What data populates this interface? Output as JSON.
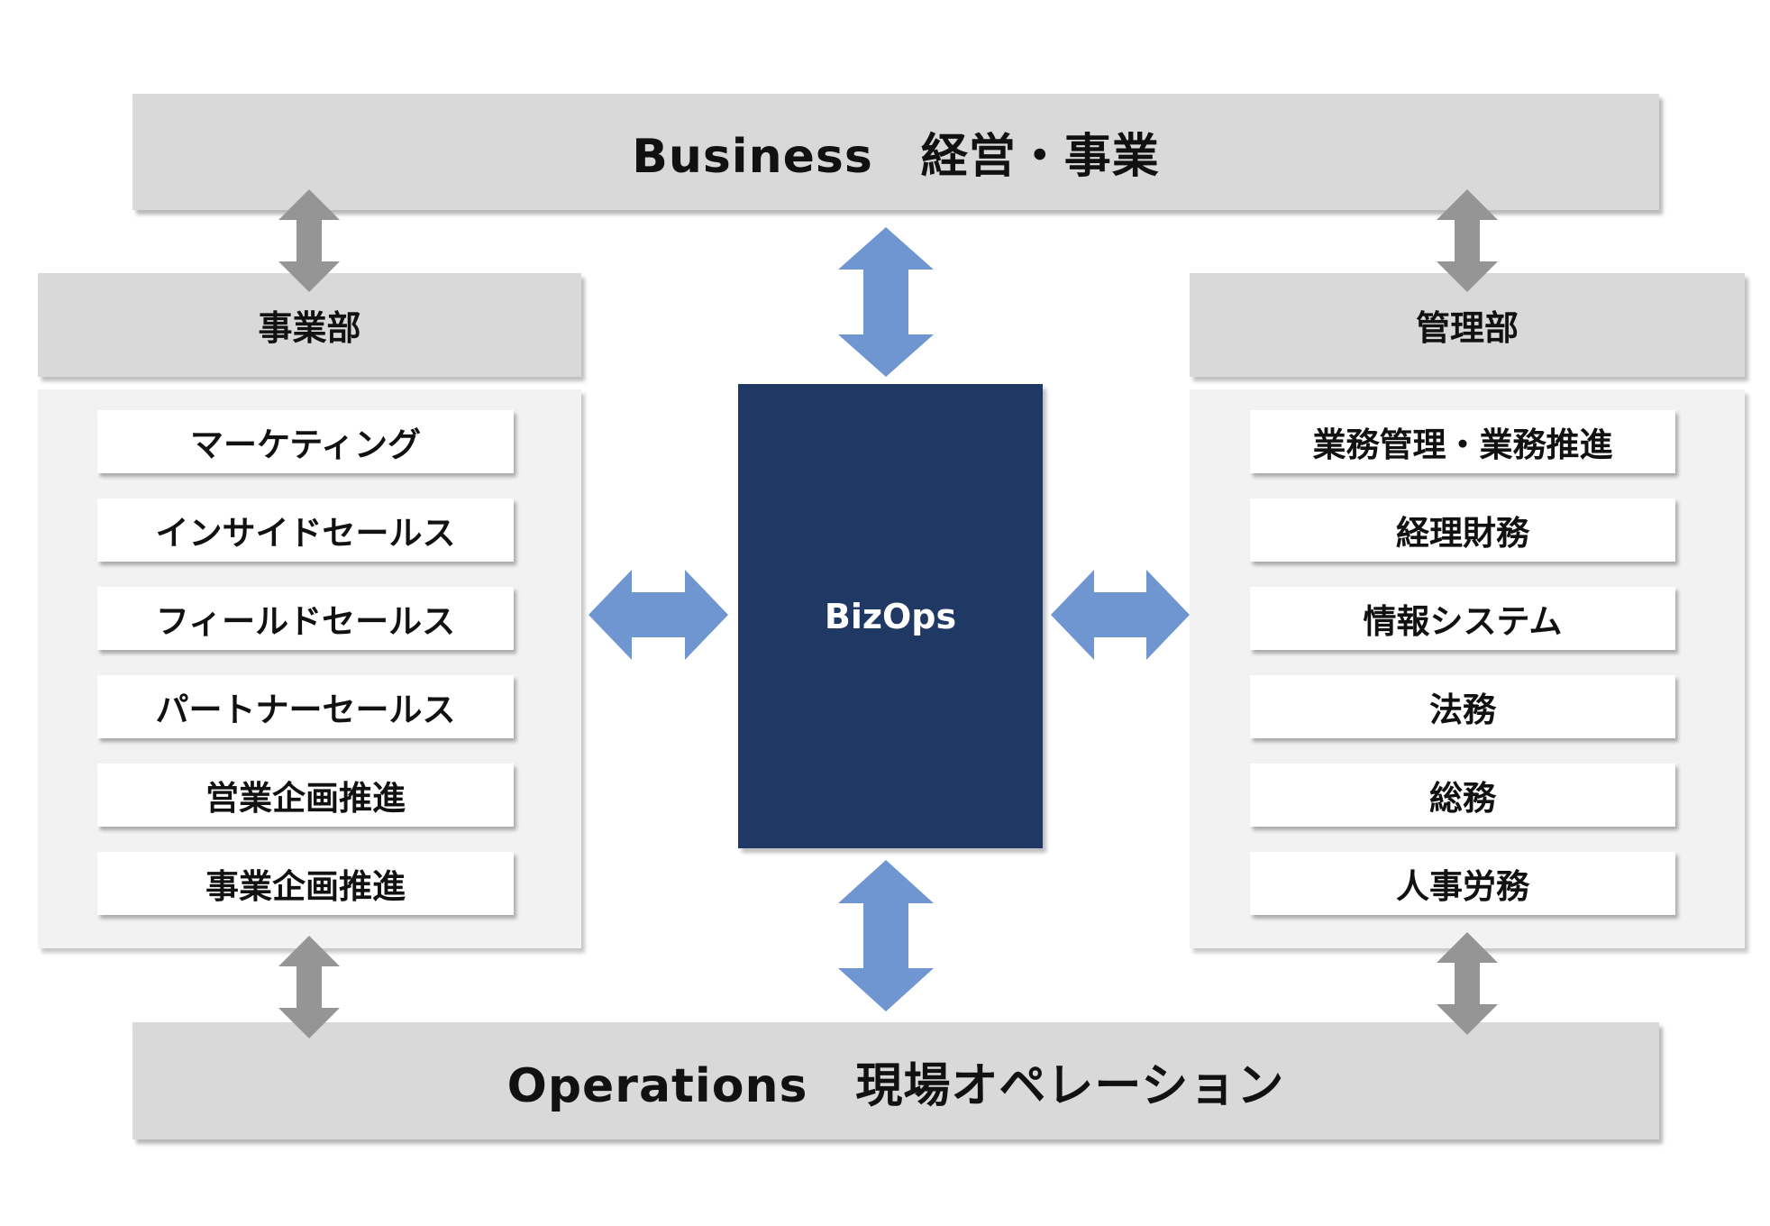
{
  "top_band": {
    "label": "Business　経営・事業"
  },
  "bottom_band": {
    "label": "Operations　現場オペレーション"
  },
  "center": {
    "label": "BizOps"
  },
  "left_dept": {
    "title": "事業部",
    "items": [
      "マーケティング",
      "インサイドセールス",
      "フィールドセールス",
      "パートナーセールス",
      "営業企画推進",
      "事業企画推進"
    ]
  },
  "right_dept": {
    "title": "管理部",
    "items": [
      "業務管理・業務推進",
      "経理財務",
      "情報システム",
      "法務",
      "総務",
      "人事労務"
    ]
  },
  "colors": {
    "band": "#d9d9d9",
    "panel": "#f2f2f2",
    "center_box": "#203864",
    "blue_arrow": "#7096d1",
    "gray_arrow": "#959595"
  }
}
